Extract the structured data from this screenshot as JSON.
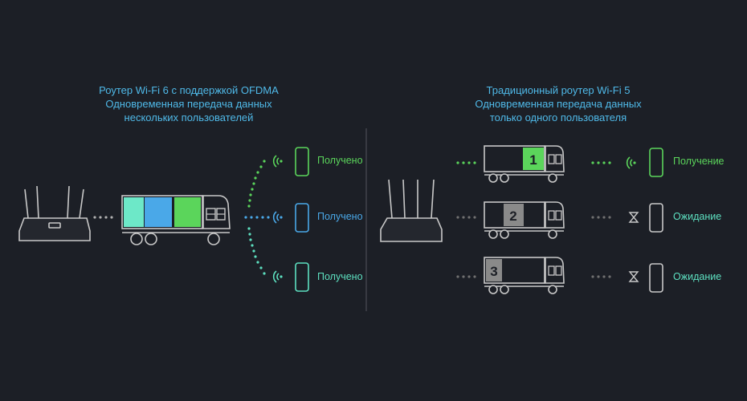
{
  "left": {
    "title_lines": [
      "Роутер Wi-Fi 6 с поддержкой OFDMA",
      "Одновременная передача данных",
      "нескольких пользователей"
    ],
    "devices": [
      {
        "status": "Получено",
        "color": "#5bd55b"
      },
      {
        "status": "Получено",
        "color": "#4aa8e8"
      },
      {
        "status": "Получено",
        "color": "#5de0c0"
      }
    ]
  },
  "right": {
    "title_lines": [
      "Традиционный роутер Wi-Fi 5",
      "Одновременная передача данных",
      "только одного пользователя"
    ],
    "trucks": [
      {
        "number": "1",
        "status": "Получение",
        "color": "#5bd55b"
      },
      {
        "number": "2",
        "status": "Ожидание",
        "color": "#5de0c0"
      },
      {
        "number": "3",
        "status": "Ожидание",
        "color": "#5de0c0"
      }
    ]
  },
  "colors": {
    "background": "#1c1f26",
    "title": "#4fb9e8",
    "outline": "#c8c8c8",
    "cargo_green": "#5bd55b",
    "cargo_blue": "#4aa8e8",
    "cargo_teal": "#6de8c8",
    "gray_box": "#8a8a8a",
    "divider": "#4a4d55"
  }
}
